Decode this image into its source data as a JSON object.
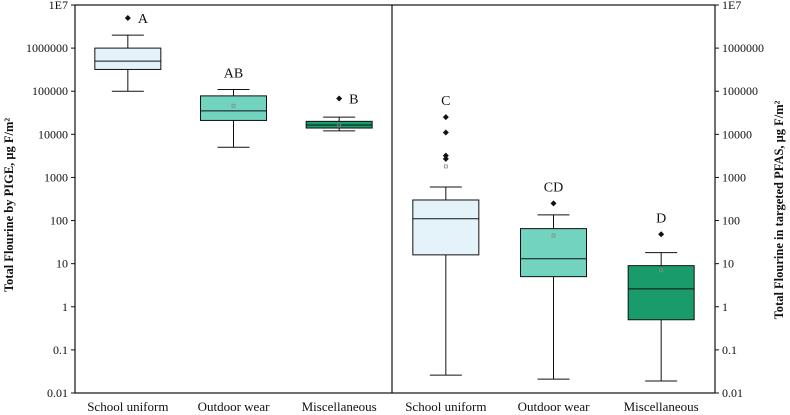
{
  "chart_data": {
    "type": "box",
    "scale": "log",
    "ylim": [
      0.01,
      10000000
    ],
    "y_ticks": [
      "0.01",
      "0.1",
      "1",
      "10",
      "100",
      "1000",
      "10000",
      "100000",
      "1000000",
      "1E7"
    ],
    "ylabel_left": "Total Flourine by PIGE, μg F/m²",
    "ylabel_right": "Total Flourine in targeted PFAS, μg F/m²",
    "panels": [
      {
        "axis": "left",
        "boxes": [
          {
            "category": "School uniform",
            "color": "#e4f3f9",
            "whisker_low": 100000,
            "q1": 320000,
            "median": 500000,
            "q3": 1000000,
            "whisker_high": 2000000,
            "mean": null,
            "outliers": [
              5000000
            ],
            "sig_label": "A"
          },
          {
            "category": "Outdoor wear",
            "color": "#72d3be",
            "whisker_low": 5000,
            "q1": 21000,
            "median": 35000,
            "q3": 78000,
            "whisker_high": 110000,
            "mean": 46000,
            "outliers": [],
            "sig_label": "AB"
          },
          {
            "category": "Miscellaneous",
            "color": "#1a9b6b",
            "whisker_low": 12000,
            "q1": 14000,
            "median": 16500,
            "q3": 20000,
            "whisker_high": 25000,
            "mean": 16000,
            "outliers": [
              68000
            ],
            "sig_label": "B"
          }
        ]
      },
      {
        "axis": "right",
        "boxes": [
          {
            "category": "School uniform",
            "color": "#e4f3f9",
            "whisker_low": 0.026,
            "q1": 16,
            "median": 110,
            "q3": 300,
            "whisker_high": 600,
            "mean": 1800,
            "outliers": [
              2700,
              3200,
              11000,
              25000
            ],
            "sig_label": "C"
          },
          {
            "category": "Outdoor wear",
            "color": "#72d3be",
            "whisker_low": 0.021,
            "q1": 5,
            "median": 13,
            "q3": 65,
            "whisker_high": 135,
            "mean": 45,
            "outliers": [
              250
            ],
            "sig_label": "CD"
          },
          {
            "category": "Miscellaneous",
            "color": "#1a9b6b",
            "whisker_low": 0.019,
            "q1": 0.5,
            "median": 2.6,
            "q3": 9,
            "whisker_high": 18,
            "mean": 7,
            "outliers": [
              48
            ],
            "sig_label": "D"
          }
        ]
      }
    ]
  }
}
